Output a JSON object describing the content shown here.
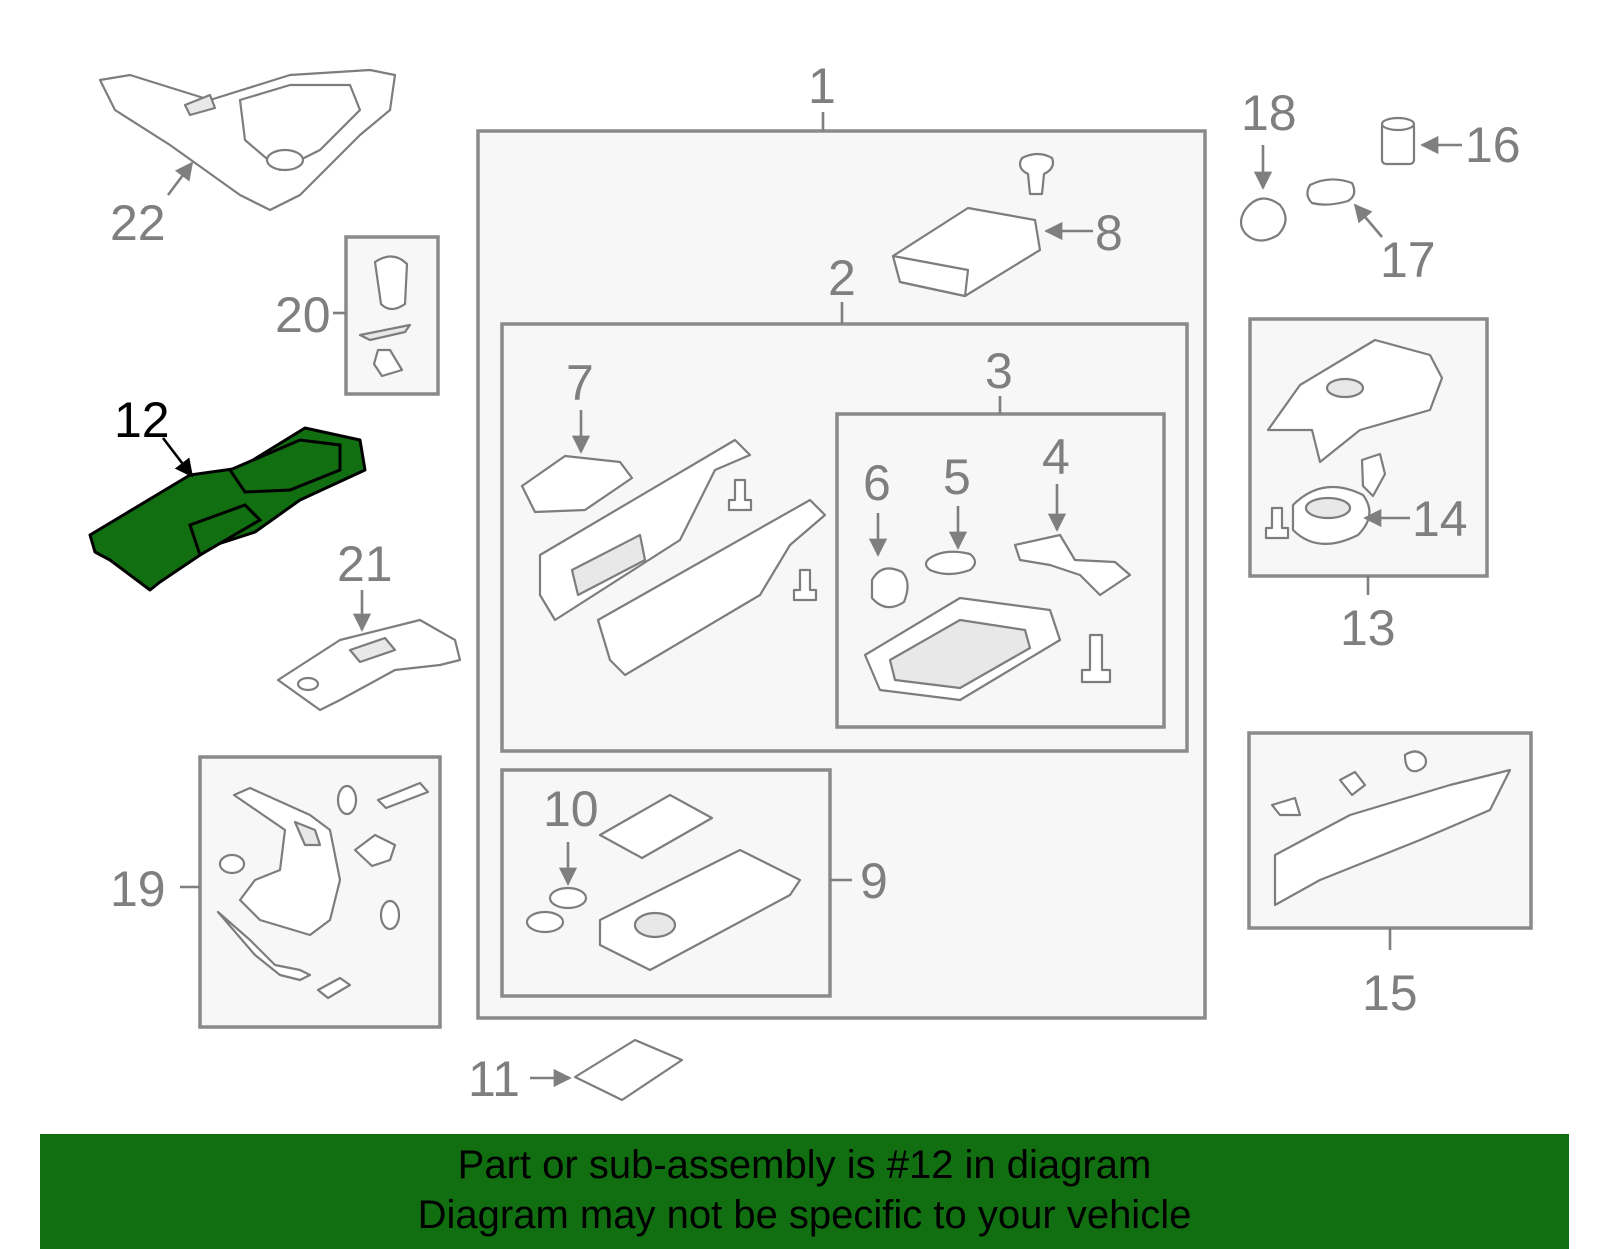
{
  "diagram": {
    "highlight_color": "#116e11",
    "callout_color": "#7f7f7f",
    "highlighted_callout": "12",
    "callouts": {
      "c1": "1",
      "c2": "2",
      "c3": "3",
      "c4": "4",
      "c5": "5",
      "c6": "6",
      "c7": "7",
      "c8": "8",
      "c9": "9",
      "c10": "10",
      "c11": "11",
      "c12": "12",
      "c13": "13",
      "c14": "14",
      "c15": "15",
      "c16": "16",
      "c17": "17",
      "c18": "18",
      "c19": "19",
      "c20": "20",
      "c21": "21",
      "c22": "22"
    }
  },
  "banner": {
    "background": "#116e11",
    "line1": "Part or sub-assembly is #12 in diagram",
    "line2": "Diagram may not be specific to your vehicle"
  }
}
